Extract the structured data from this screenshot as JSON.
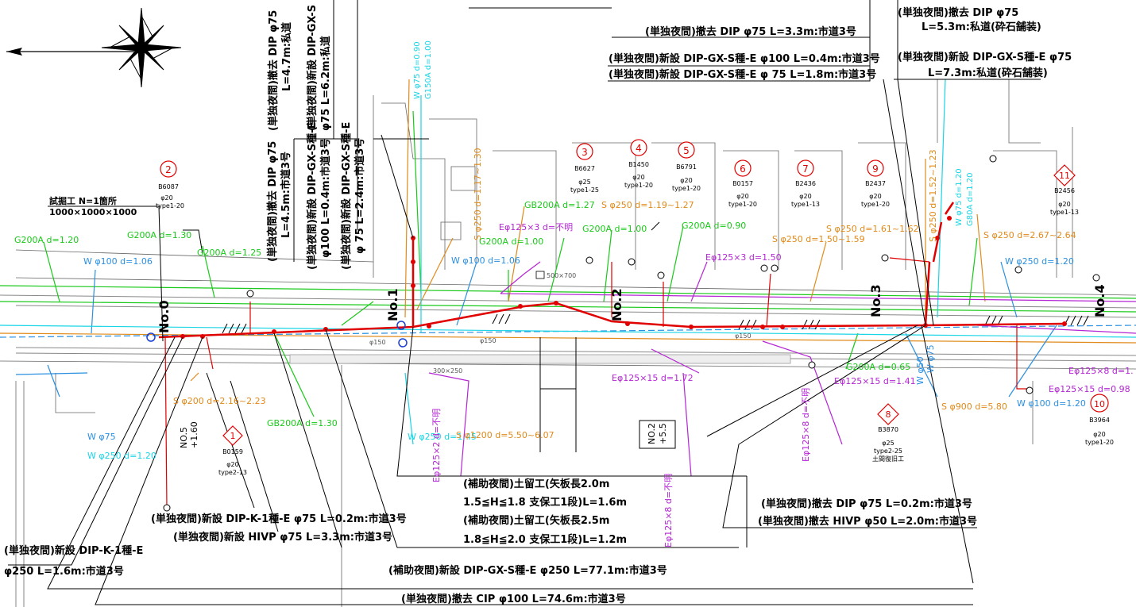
{
  "colors": {
    "water_new": "#e00000",
    "gas": "#19c919",
    "sewer": "#e08a1a",
    "water": "#2a8fe0",
    "water_alt": "#19d5e5",
    "electric": "#b425d4",
    "outline": "#000000",
    "road_edge": "#7a7a7a"
  },
  "compass": {
    "icon": "compass-rose-icon"
  },
  "construction_notes": {
    "top_dip75_33": "(単独夜間)撤去 DIP φ75 L=3.3m:市道3号",
    "top_new_100": "(単独夜間)新設 DIP-GX-S種-E φ100 L=0.4m:市道3号",
    "top_new_75": "(単独夜間)新設 DIP-GX-S種-E φ 75 L=1.8m:市道3号",
    "top_right_1": "(単独夜間)撤去 DIP φ75",
    "top_right_1b": "L=5.3m:私道(砕石舗装)",
    "top_right_2": "(単独夜間)新設 DIP-GX-S種-E φ75",
    "top_right_2b": "L=7.3m:私道(砕石舗装)",
    "v1": "(単独夜間)撤去 DIP φ75",
    "v1b": "L=4.7m:私道",
    "v2": "(単独夜間)新設 DIP-GX-S",
    "v2b": "φ75 L=6.2m:私道",
    "v3": "(単独夜間)撤去 DIP φ75",
    "v3b": "L=4.5m:市道3号",
    "v4": "(単独夜間)新設 DIP-GX-S種-E",
    "v4b": "φ100 L=0.4m:市道3号",
    "v5": "(単独夜間)新設 DIP-GX-S種-E",
    "v5b": "φ 75 L=2.4m:市道3号",
    "shoring_1": "(補助夜間)土留工(矢板長2.0m",
    "shoring_1b": "1.5≦H≦1.8 支保工1段)L=1.6m",
    "shoring_2": "(補助夜間)土留工(矢板長2.5m",
    "shoring_2b": "1.8≦H≦2.0 支保工1段)L=1.2m",
    "bottom_k1": "(単独夜間)新設 DIP-K-1種-E φ75 L=0.2m:市道3号",
    "bottom_hivp": "(単独夜間)新設 HIVP φ75 L=3.3m:市道3号",
    "bottom_k1_250": "(単独夜間)新設 DIP-K-1種-E",
    "bottom_k1_250b": "φ250 L=1.6m:市道3号",
    "bottom_gx250": "(補助夜間)新設 DIP-GX-S種-E φ250 L=77.1m:市道3号",
    "bottom_cip": "(単独夜間)撤去 CIP φ100 L=74.6m:市道3号",
    "right_dip75": "(単独夜間)撤去 DIP φ75 L=0.2m:市道3号",
    "right_hivp": "(単独夜間)撤去 HIVP φ50 L=2.0m:市道3号",
    "trial_pit": "試掘工 N=1箇所",
    "trial_pit_b": "1000×1000×1000"
  },
  "stations": [
    "No.0",
    "No.1",
    "No.2",
    "No.3",
    "No.4"
  ],
  "buildings": [
    {
      "num": "1",
      "code": "B0159",
      "spec": "φ20",
      "type": "type2-13"
    },
    {
      "num": "2",
      "code": "B6087",
      "spec": "φ20",
      "type": "type1-20"
    },
    {
      "num": "3",
      "code": "B6627",
      "spec": "φ25",
      "type": "type1-25"
    },
    {
      "num": "4",
      "code": "B1450",
      "spec": "φ20",
      "type": "type1-20"
    },
    {
      "num": "5",
      "code": "B6791",
      "spec": "φ20",
      "type": "type1-20"
    },
    {
      "num": "6",
      "code": "B0157",
      "spec": "φ20",
      "type": "type1-20"
    },
    {
      "num": "7",
      "code": "B2436",
      "spec": "φ20",
      "type": "type1-13"
    },
    {
      "num": "8",
      "code": "B3870",
      "spec": "φ25",
      "type": "type2-25",
      "extra": "土間復旧工"
    },
    {
      "num": "9",
      "code": "B2437",
      "spec": "φ20",
      "type": "type1-20"
    },
    {
      "num": "10",
      "code": "B3964",
      "spec": "φ20",
      "type": "type1-20"
    },
    {
      "num": "11",
      "code": "B2456",
      "spec": "φ20",
      "type": "type1-13"
    }
  ],
  "utility_labels": {
    "g200a_120": "G200A d=1.20",
    "g200a_130": "G200A d=1.30",
    "g200a_125": "G200A d=1.25",
    "g200a_100a": "G200A d=1.00",
    "g200a_100b": "G200A d=1.00",
    "g200a_090": "G200A d=0.90",
    "g200a_065": "G200A d=0.65",
    "gb200a_127": "GB200A d=1.27",
    "gb200a_130": "GB200A d=1.30",
    "w100_106a": "W φ100 d=1.06",
    "w100_106b": "W φ100 d=1.06",
    "w250_120": "W φ250 d=1.20",
    "w250_145": "W φ250 d=1.45",
    "w75": "W φ75",
    "w250_120b": "W φ250 d=1.20",
    "w100_120": "W φ100 d=1.20",
    "w50": "W φ50",
    "w75b": "W φ75",
    "s250_117": "S φ250 d=1.17~1.30",
    "s250_119": "S φ250 d=1.19~1.27",
    "s250_161": "S φ250 d=1.61~1.62",
    "s250_150": "S φ250 d=1.50~1.59",
    "s250_267": "S φ250 d=2.67~2.64",
    "s250_152": "S φ250 d=1.52~1.23",
    "s200_216": "S φ200 d=2.16~2.23",
    "s1200": "S φ1200 d=5.50~6.07",
    "s900": "S φ900 d=5.80",
    "e125x3": "Eφ125×3 d=不明",
    "e125x3b": "Eφ125×3 d=1.50",
    "e125x15a": "Eφ125×15 d=1.72",
    "e125x15b": "Eφ125×15 d=1.41",
    "e125x15c": "Eφ125×15 d=0.98",
    "e125x8a": "Eφ125×8 d=1.",
    "e125x2": "Eφ125×2 d=不明",
    "e125x8b": "Eφ125×8 d=不明",
    "e125x8c": "Eφ125×8 d=不明",
    "w75_090": "W φ75 d=0.90",
    "g150a": "G150A d=1.00",
    "w75_120": "W φ75 d=1.20",
    "g80a": "G80A d=1.20"
  },
  "misc": {
    "no5": "NO.5",
    "no5b": "+1.60",
    "no2_box": "NO.2",
    "no2_box_b": "+5.5",
    "dim_500x700": "500×700",
    "dim_300x250": "300×250",
    "phi150a": "φ150",
    "phi150b": "φ150",
    "phi150c": "φ150"
  }
}
